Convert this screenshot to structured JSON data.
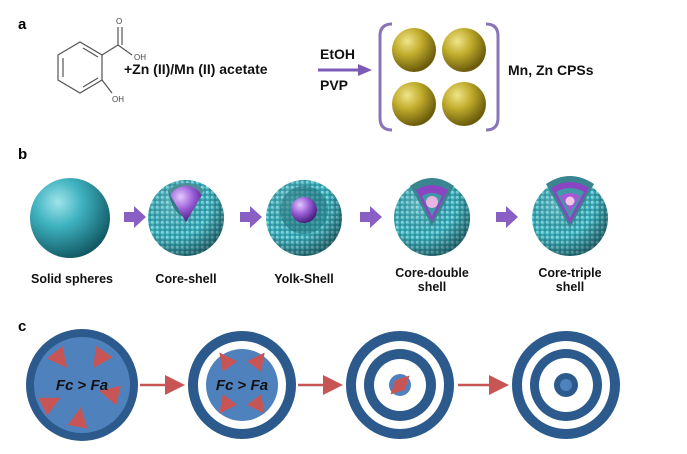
{
  "panel_labels": {
    "a": "a",
    "b": "b",
    "c": "c"
  },
  "panel_a": {
    "molecule_labels": {
      "o_top": "O",
      "oh_right": "OH",
      "oh_bottom": "OH"
    },
    "reagent": "+Zn (II)/Mn (II) acetate",
    "above_arrow": "EtOH",
    "below_arrow": "PVP",
    "product": "Mn, Zn CPSs"
  },
  "panel_b": {
    "stages": [
      {
        "label_line1": "Solid spheres",
        "label_line2": ""
      },
      {
        "label_line1": "Core-shell",
        "label_line2": ""
      },
      {
        "label_line1": "Yolk-Shell",
        "label_line2": ""
      },
      {
        "label_line1": "Core-double",
        "label_line2": "shell"
      },
      {
        "label_line1": "Core-triple",
        "label_line2": "shell"
      }
    ]
  },
  "panel_c": {
    "eq1": {
      "left": "Fc",
      "op": " > ",
      "right": "Fa"
    },
    "eq2": {
      "left": "Fc",
      "op": " > ",
      "right": "Fa"
    }
  },
  "colors": {
    "gold": "#b9a52a",
    "teal": "#35a8b6",
    "violet": "#8a55c8",
    "bracket": "#8a74b8",
    "blue_dark": "#2c5a8c",
    "blue_fill": "#4f82bd",
    "red_arrow": "#c85555"
  }
}
